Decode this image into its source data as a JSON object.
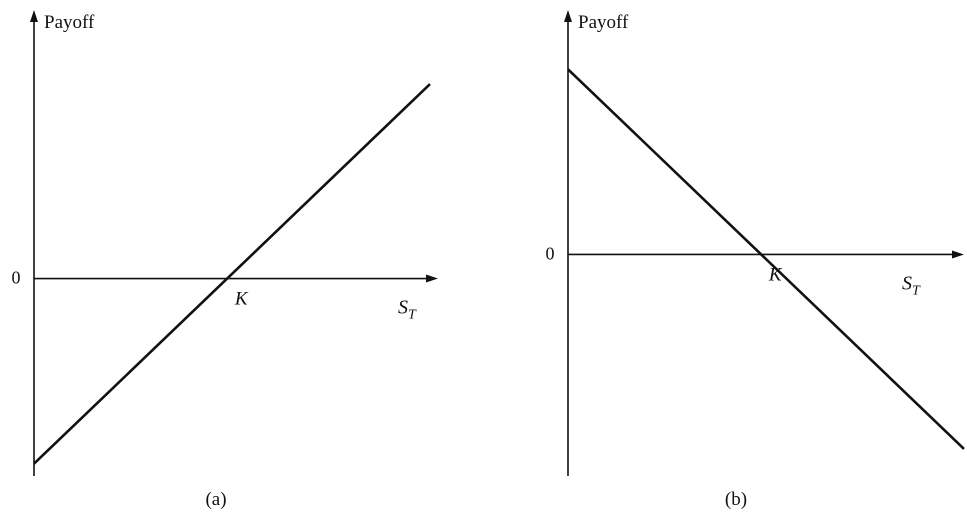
{
  "chart_data": [
    {
      "type": "line",
      "caption": "(a)",
      "ylabel": "Payoff",
      "xlabel": "S",
      "xlabel_subscript": "T",
      "y_tick_labels": [
        "0"
      ],
      "x_tick_labels": [
        "K"
      ],
      "xlim": [
        0,
        1.23
      ],
      "ylim": [
        -1.05,
        1.18
      ],
      "series": [
        {
          "x": [
            0,
            1.23
          ],
          "y": [
            -1.0,
            1.05
          ]
        }
      ],
      "color": "#111111",
      "grid": false
    },
    {
      "type": "line",
      "caption": "(b)",
      "ylabel": "Payoff",
      "xlabel": "S",
      "xlabel_subscript": "T",
      "y_tick_labels": [
        "0"
      ],
      "x_tick_labels": [
        "K"
      ],
      "xlim": [
        0,
        1.23
      ],
      "ylim": [
        -1.18,
        1.05
      ],
      "series": [
        {
          "x": [
            0,
            1.23
          ],
          "y": [
            1.0,
            -1.05
          ]
        }
      ],
      "color": "#111111",
      "grid": false
    }
  ]
}
